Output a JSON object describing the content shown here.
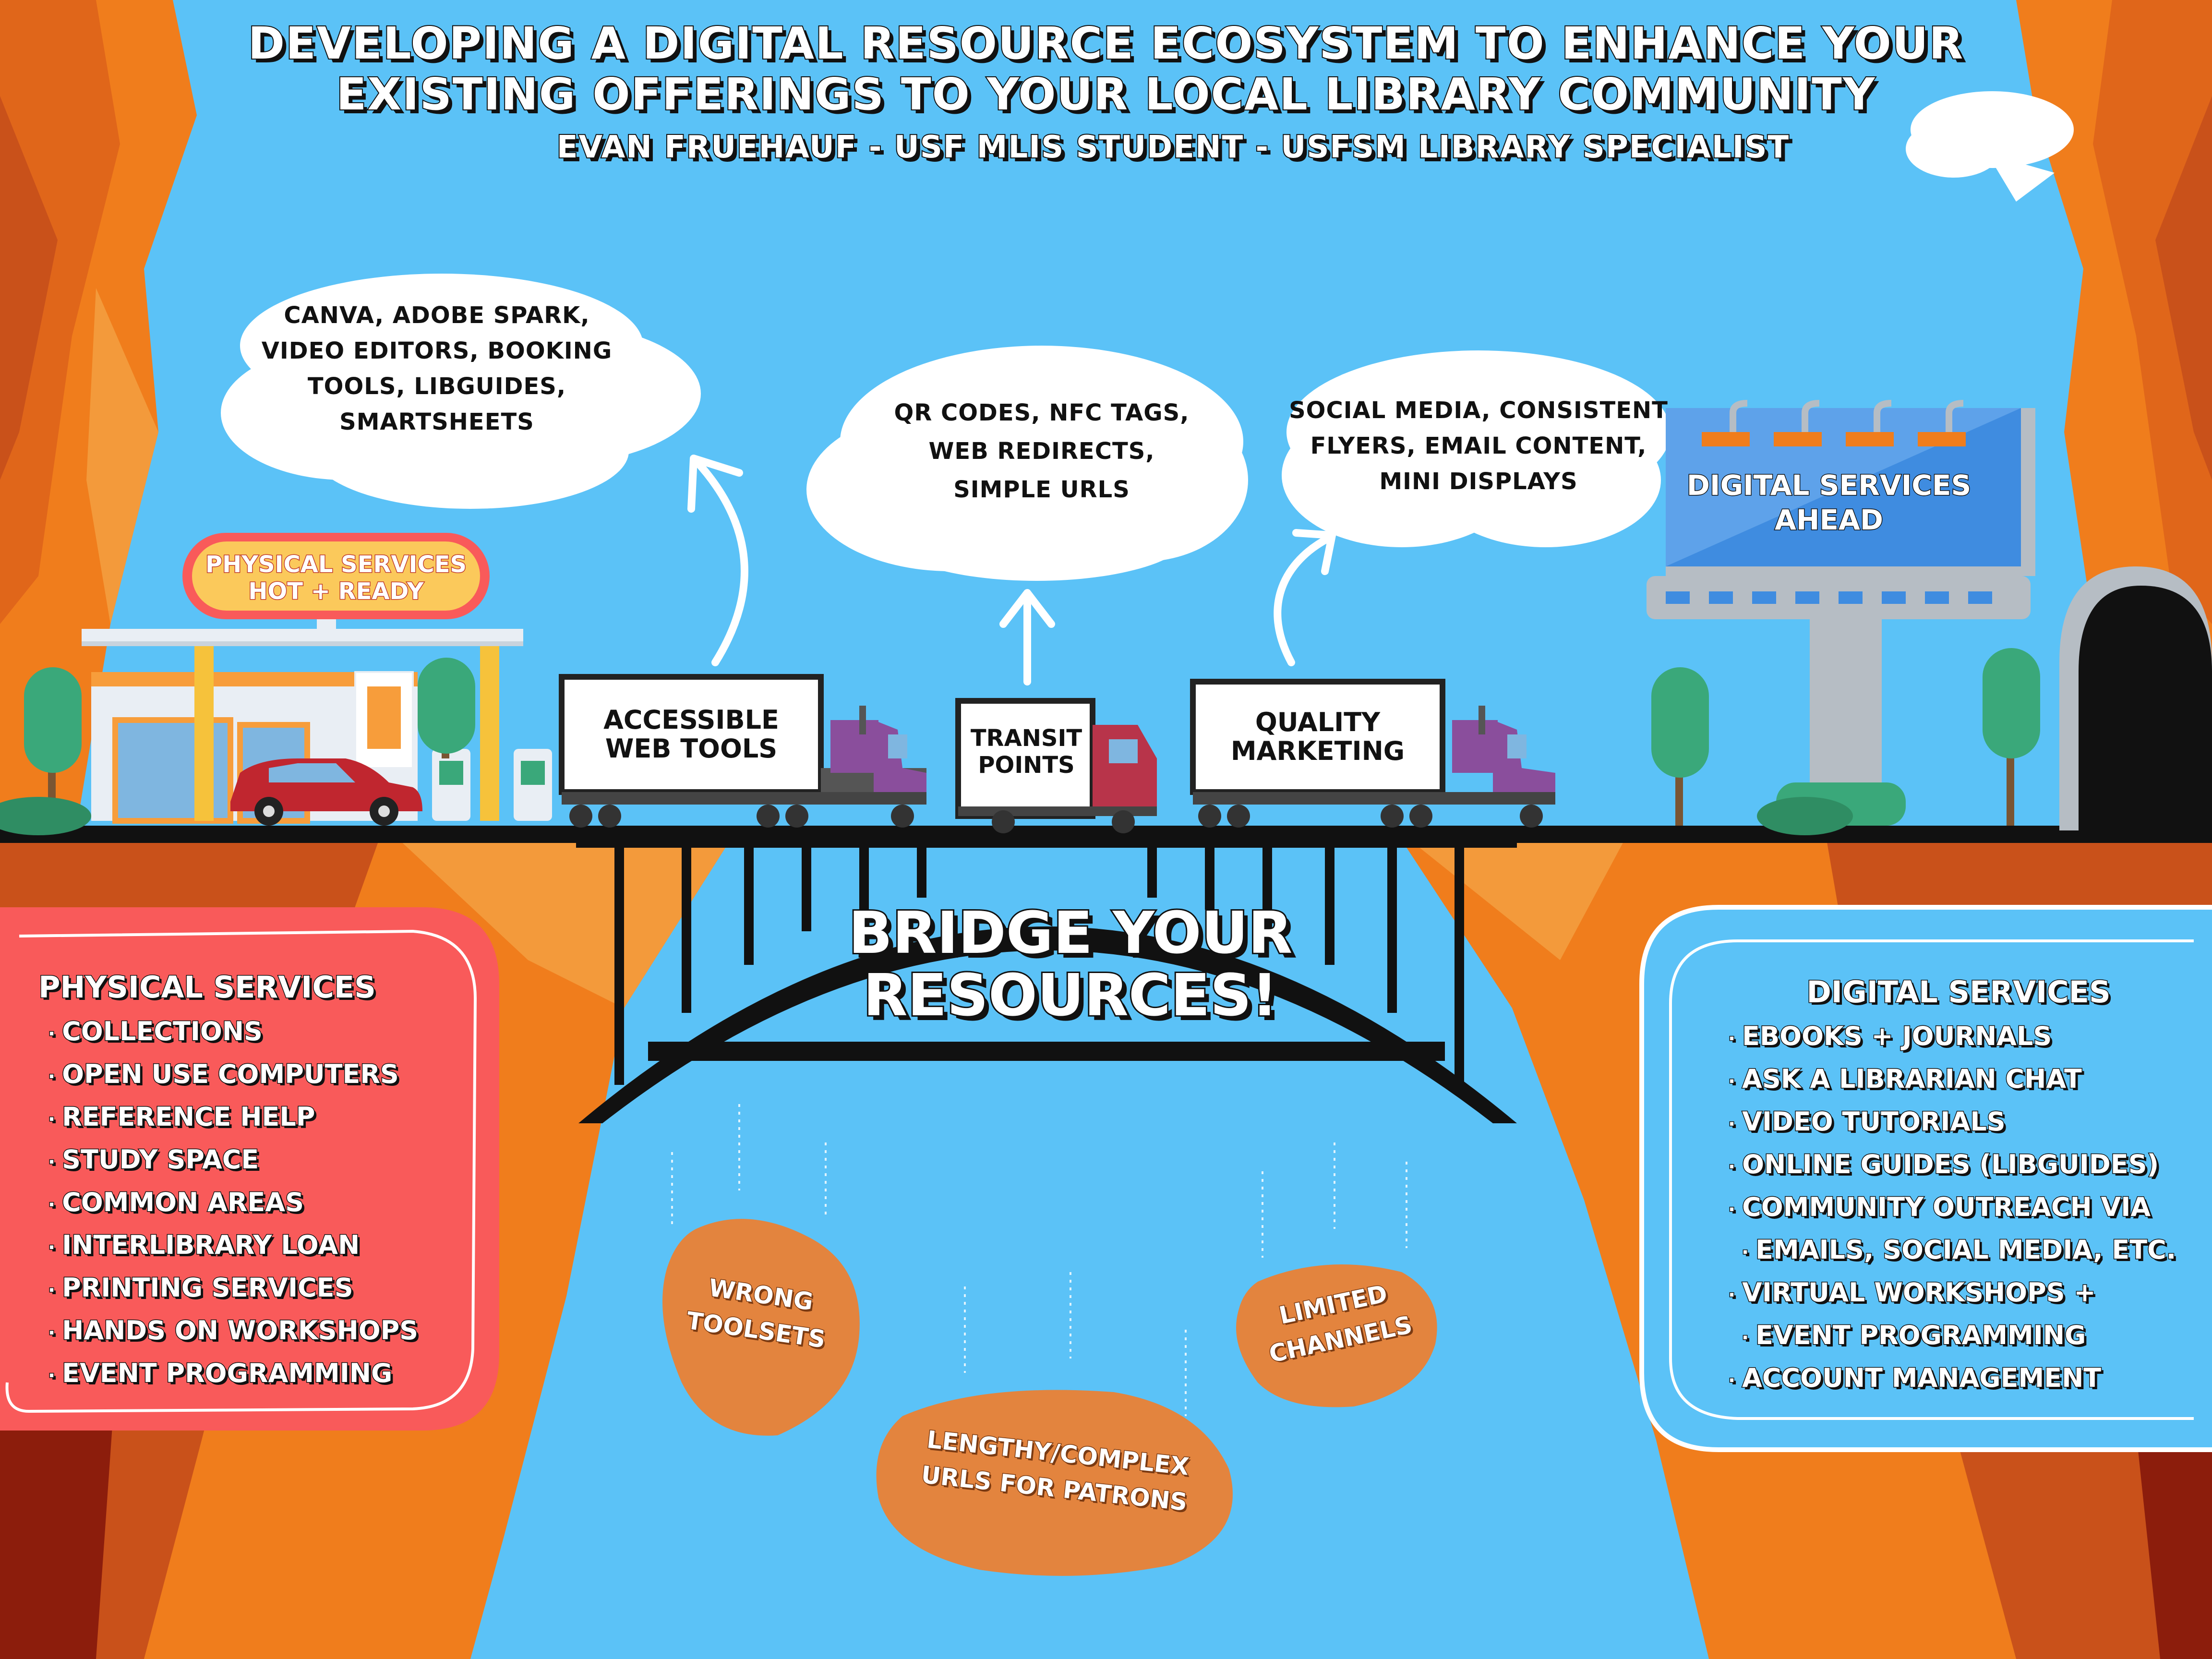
{
  "title": {
    "line1": "Developing a Digital Resource Ecosystem to Enhance Your",
    "line2": "Existing Offerings to Your Local Library Community",
    "author": "Evan Fruehauf - USF MLIS Student - USFSM Library Specialist"
  },
  "clouds": {
    "tools": [
      "Canva, Adobe Spark,",
      "video editors, booking",
      "tools, LibGuides,",
      "Smartsheets"
    ],
    "transit": [
      "QR Codes, NFC Tags,",
      "Web Redirects,",
      "Simple URLs"
    ],
    "marketing": [
      "Social Media, Consistent",
      "Flyers, Email Content,",
      "Mini Displays"
    ]
  },
  "trucks": {
    "truck1": [
      "Accessible",
      "Web Tools"
    ],
    "truck2": [
      "Transit",
      "Points"
    ],
    "truck3": [
      "Quality",
      "Marketing"
    ]
  },
  "gas_sign": [
    "Physical Services",
    "Hot + Ready"
  ],
  "billboard": [
    "Digital Services",
    "Ahead"
  ],
  "bridge_label": [
    "Bridge Your",
    "Resources!"
  ],
  "physical_panel": {
    "heading": "Physical Services",
    "items": [
      "Collections",
      "Open Use Computers",
      "Reference Help",
      "Study Space",
      "Common Areas",
      "Interlibrary Loan",
      "Printing Services",
      "Hands on Workshops",
      "Event Programming"
    ]
  },
  "digital_panel": {
    "heading": "Digital Services",
    "items": [
      "Ebooks + Journals",
      "Ask a Librarian Chat",
      "Video Tutorials",
      "Online Guides (LibGuides)",
      "Community Outreach via",
      "Emails, Social Media, etc.",
      "Virtual Workshops +",
      "Event Programming",
      "Account Management"
    ]
  },
  "rocks": {
    "rock1": [
      "Wrong",
      "Toolsets"
    ],
    "rock2": [
      "Lengthy/Complex",
      "URLs for Patrons"
    ],
    "rock3": [
      "Limited",
      "Channels"
    ]
  },
  "colors": {
    "sky": "#5bc2f7",
    "cliff_orange": "#f07d1c",
    "cliff_dark": "#b53f0e",
    "physical_panel": "#f95a5a",
    "digital_panel": "#5bc2f7",
    "rock": "#e3843e",
    "truck_purple": "#8a4e9c",
    "truck_maroon": "#b8344a",
    "billboard_blue": "#3f8ce0"
  }
}
